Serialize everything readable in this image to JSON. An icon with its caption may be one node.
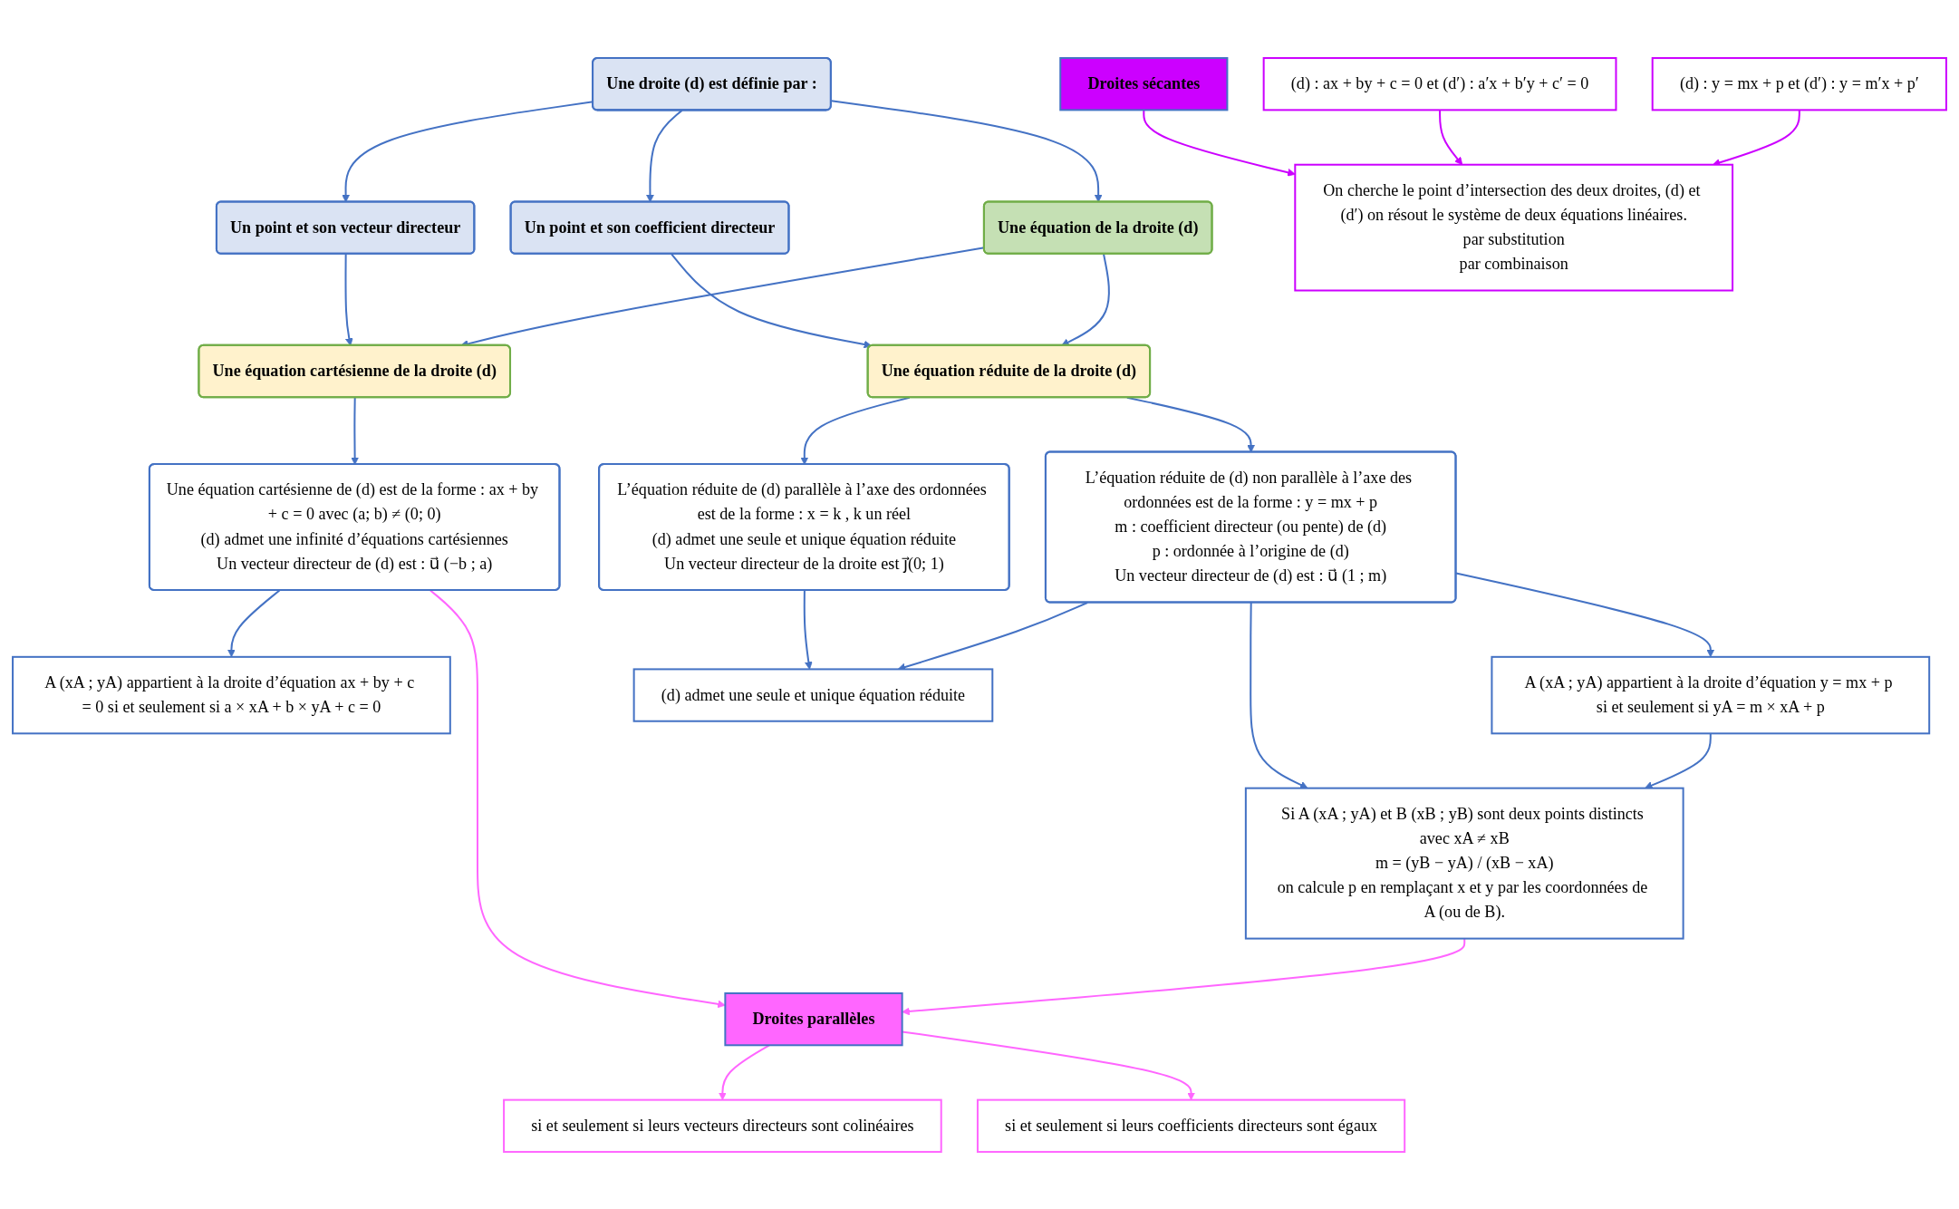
{
  "diagram": {
    "nodes": [
      {
        "text": [
          "Une droite (d) est définie par :"
        ]
      },
      {
        "text": [
          "Un point et son vecteur directeur"
        ]
      },
      {
        "text": [
          "Un point et son coefficient directeur"
        ]
      },
      {
        "text": [
          "Une équation de la droite (d)"
        ]
      },
      {
        "text": [
          "Une équation cartésienne de la droite (d)"
        ]
      },
      {
        "text": [
          "Une équation réduite de la droite (d)"
        ]
      },
      {
        "text": [
          "Une équation cartésienne de (d) est de la forme : ax + by + c = 0 avec (a; b) ≠ (0; 0)",
          "(d) admet une infinité d’équations cartésiennes",
          "Un vecteur directeur de (d) est : u⃗ (−b ; a)"
        ]
      },
      {
        "text": [
          "L’équation réduite de (d) non parallèle à l’axe des ordonnées est de la forme : y = mx + p",
          "m : coefficient directeur (ou pente) de (d)",
          "p : ordonnée à l’origine de (d)",
          "Un vecteur directeur de (d) est : u⃗ (1 ; m)"
        ]
      },
      {
        "text": [
          "L’équation réduite de (d) parallèle à l’axe des ordonnées est de la forme : x = k , k un réel",
          "(d) admet une seule et unique équation réduite",
          "Un vecteur directeur de la droite est j⃗(0; 1)"
        ]
      },
      {
        "text": [
          "A (xA ; yA) appartient à la droite d’équation ax + by + c = 0 si et seulement si a × xA + b × yA + c = 0"
        ]
      },
      {
        "text": [
          "A (xA ; yA) appartient à la droite d’équation y = mx + p si et seulement si yA = m × xA + p"
        ]
      },
      {
        "text": [
          "(d) admet une seule et unique équation réduite"
        ]
      },
      {
        "text": [
          "Si A (xA ; yA) et B (xB ; yB) sont deux points distincts avec xA ≠ xB",
          "m = (yB − yA) / (xB − xA)",
          "on calcule p en remplaçant x et y par les coordonnées de A (ou de B)."
        ]
      },
      {
        "text": [
          "Droites parallèles"
        ]
      },
      {
        "text": [
          "si et seulement si leurs vecteurs directeurs sont colinéaires"
        ]
      },
      {
        "text": [
          "si et seulement si leurs coefficients directeurs sont égaux"
        ]
      },
      {
        "text": [
          "Droites sécantes"
        ]
      },
      {
        "text": [
          "(d) : ax + by + c = 0 et (d′) : a′x + b′y + c′ = 0"
        ]
      },
      {
        "text": [
          "On cherche le point d’intersection des deux droites, (d) et (d′) on résout le système de deux équations linéaires.",
          "par substitution",
          "par combinaison"
        ]
      },
      {
        "text": [
          "(d) : y = mx + p et (d′) : y = m′x + p′"
        ]
      }
    ],
    "edges": [
      {
        "from": 0,
        "to": 1,
        "arrow": "to"
      },
      {
        "from": 0,
        "to": 2,
        "arrow": "to"
      },
      {
        "from": 1,
        "to": 4,
        "arrow": "to"
      },
      {
        "from": 2,
        "to": 5,
        "arrow": "to"
      },
      {
        "from": 0,
        "to": 3,
        "arrow": "to"
      },
      {
        "from": 3,
        "to": 4,
        "arrow": "to"
      },
      {
        "from": 3,
        "to": 5,
        "arrow": "to"
      },
      {
        "from": 4,
        "to": 6,
        "arrow": "to"
      },
      {
        "from": 5,
        "to": 7,
        "arrow": "to"
      },
      {
        "from": 5,
        "to": 8,
        "arrow": "to"
      },
      {
        "from": 6,
        "to": 9,
        "arrow": "to"
      },
      {
        "from": 7,
        "to": 10,
        "arrow": "to"
      },
      {
        "from": 8,
        "to": 11,
        "arrow": "to"
      },
      {
        "from": 7,
        "to": 11,
        "arrow": "to"
      },
      {
        "from": 7,
        "to": 12,
        "arrow": "to"
      },
      {
        "from": 10,
        "to": 12,
        "arrow": "to"
      },
      {
        "from": 6,
        "to": 13,
        "arrow": "to",
        "color": "#ff66ff"
      },
      {
        "from": 12,
        "to": 13,
        "arrow": "to",
        "color": "#ff66ff"
      },
      {
        "from": 13,
        "to": 14,
        "arrow": "to",
        "color": "#ff66ff"
      },
      {
        "from": 13,
        "to": 15,
        "arrow": "to",
        "color": "#ff66ff"
      },
      {
        "from": 16,
        "to": 18,
        "arrow": "to",
        "color": "#cc00ff"
      },
      {
        "from": 17,
        "to": 18,
        "arrow": "to",
        "color": "#cc00ff"
      },
      {
        "from": 19,
        "to": 18,
        "arrow": "to",
        "color": "#cc00ff"
      }
    ]
  }
}
